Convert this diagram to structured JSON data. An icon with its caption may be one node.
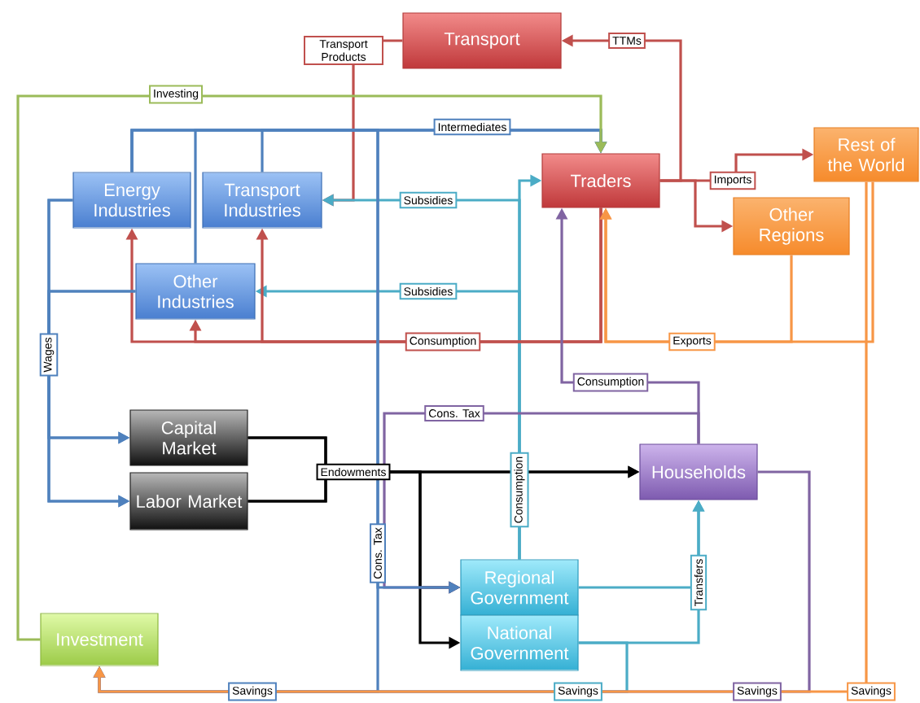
{
  "diagram": {
    "nodes": [
      {
        "text": [
          "Transport"
        ]
      },
      {
        "text": [
          "Traders"
        ]
      },
      {
        "text": [
          "Rest of the World"
        ]
      },
      {
        "text": [
          "Other Regions"
        ]
      },
      {
        "text": [
          "Energy Industries"
        ]
      },
      {
        "text": [
          "Transport Industries"
        ]
      },
      {
        "text": [
          "Other Industries"
        ]
      },
      {
        "text": [
          "Capital Market"
        ]
      },
      {
        "text": [
          "Labor Market"
        ]
      },
      {
        "text": [
          "Households"
        ]
      },
      {
        "text": [
          "Regional Government"
        ]
      },
      {
        "text": [
          "National Government"
        ]
      },
      {
        "text": [
          "Investment"
        ]
      }
    ],
    "edges": [
      {
        "from": 0,
        "to": 5,
        "arrow": "to",
        "label": "Transport Products",
        "color": "#c0504d"
      },
      {
        "from": 1,
        "to": 0,
        "arrow": "to",
        "label": "TTMs",
        "color": "#c0504d"
      },
      {
        "from": 1,
        "to": 2,
        "arrow": "to",
        "label": "Imports",
        "color": "#c0504d"
      },
      {
        "from": 1,
        "to": 3,
        "arrow": "to",
        "color": "#c0504d"
      },
      {
        "from": 4,
        "to": 1,
        "arrow": "to",
        "label": "Intermediates"
      },
      {
        "from": 5,
        "to": 1,
        "arrow": "to"
      },
      {
        "from": 6,
        "to": 1,
        "arrow": "to"
      },
      {
        "from": 12,
        "to": 1,
        "arrow": "to",
        "label": "Investing",
        "color": "#9bbb59"
      },
      {
        "from": 10,
        "to": 5,
        "arrow": "to",
        "label": "Subsidies",
        "color": "#4bacc6"
      },
      {
        "from": 10,
        "to": 6,
        "arrow": "to",
        "label": "Subsidies",
        "color": "#4bacc6"
      },
      {
        "from": 10,
        "to": 1,
        "arrow": "to",
        "label": "Consumption",
        "color": "#4bacc6"
      },
      {
        "from": 1,
        "to": 4,
        "arrow": "to",
        "label": "Consumption",
        "color": "#c0504d"
      },
      {
        "from": 1,
        "to": 5,
        "arrow": "to",
        "color": "#c0504d"
      },
      {
        "from": 1,
        "to": 6,
        "arrow": "to",
        "color": "#c0504d"
      },
      {
        "from": 2,
        "to": 1,
        "arrow": "to",
        "label": "Exports",
        "color": "#f79646"
      },
      {
        "from": 3,
        "to": 1,
        "arrow": "to",
        "color": "#f79646"
      },
      {
        "from": 4,
        "to": 7,
        "arrow": "to",
        "label": "Wages"
      },
      {
        "from": 4,
        "to": 8,
        "arrow": "to"
      },
      {
        "from": 6,
        "to": 7,
        "arrow": "to"
      },
      {
        "from": 6,
        "to": 8,
        "arrow": "to"
      },
      {
        "from": 7,
        "to": 9,
        "arrow": "to",
        "label": "Endowments",
        "color": "#000000"
      },
      {
        "from": 8,
        "to": 9,
        "arrow": "to",
        "color": "#000000"
      },
      {
        "from": 7,
        "to": 10,
        "arrow": "to",
        "color": "#000000"
      },
      {
        "from": 8,
        "to": 11,
        "arrow": "to",
        "color": "#000000"
      },
      {
        "from": 9,
        "to": 1,
        "arrow": "to",
        "label": "Consumption",
        "color": "#8064a2"
      },
      {
        "from": 9,
        "to": 10,
        "arrow": "to",
        "label": "Cons. Tax",
        "color": "#8064a2"
      },
      {
        "from": 4,
        "to": 10,
        "arrow": "to",
        "label": "Cons. Tax"
      },
      {
        "from": 10,
        "to": 9,
        "arrow": "to",
        "label": "Transfers",
        "color": "#4bacc6"
      },
      {
        "from": 11,
        "to": 9,
        "arrow": "to",
        "color": "#4bacc6"
      },
      {
        "from": 4,
        "to": 12,
        "arrow": "to",
        "label": "Savings"
      },
      {
        "from": 11,
        "to": 12,
        "arrow": "to",
        "label": "Savings",
        "color": "#4bacc6"
      },
      {
        "from": 9,
        "to": 12,
        "arrow": "to",
        "label": "Savings",
        "color": "#8064a2"
      },
      {
        "from": 2,
        "to": 12,
        "arrow": "to",
        "label": "Savings",
        "color": "#f79646"
      }
    ]
  }
}
